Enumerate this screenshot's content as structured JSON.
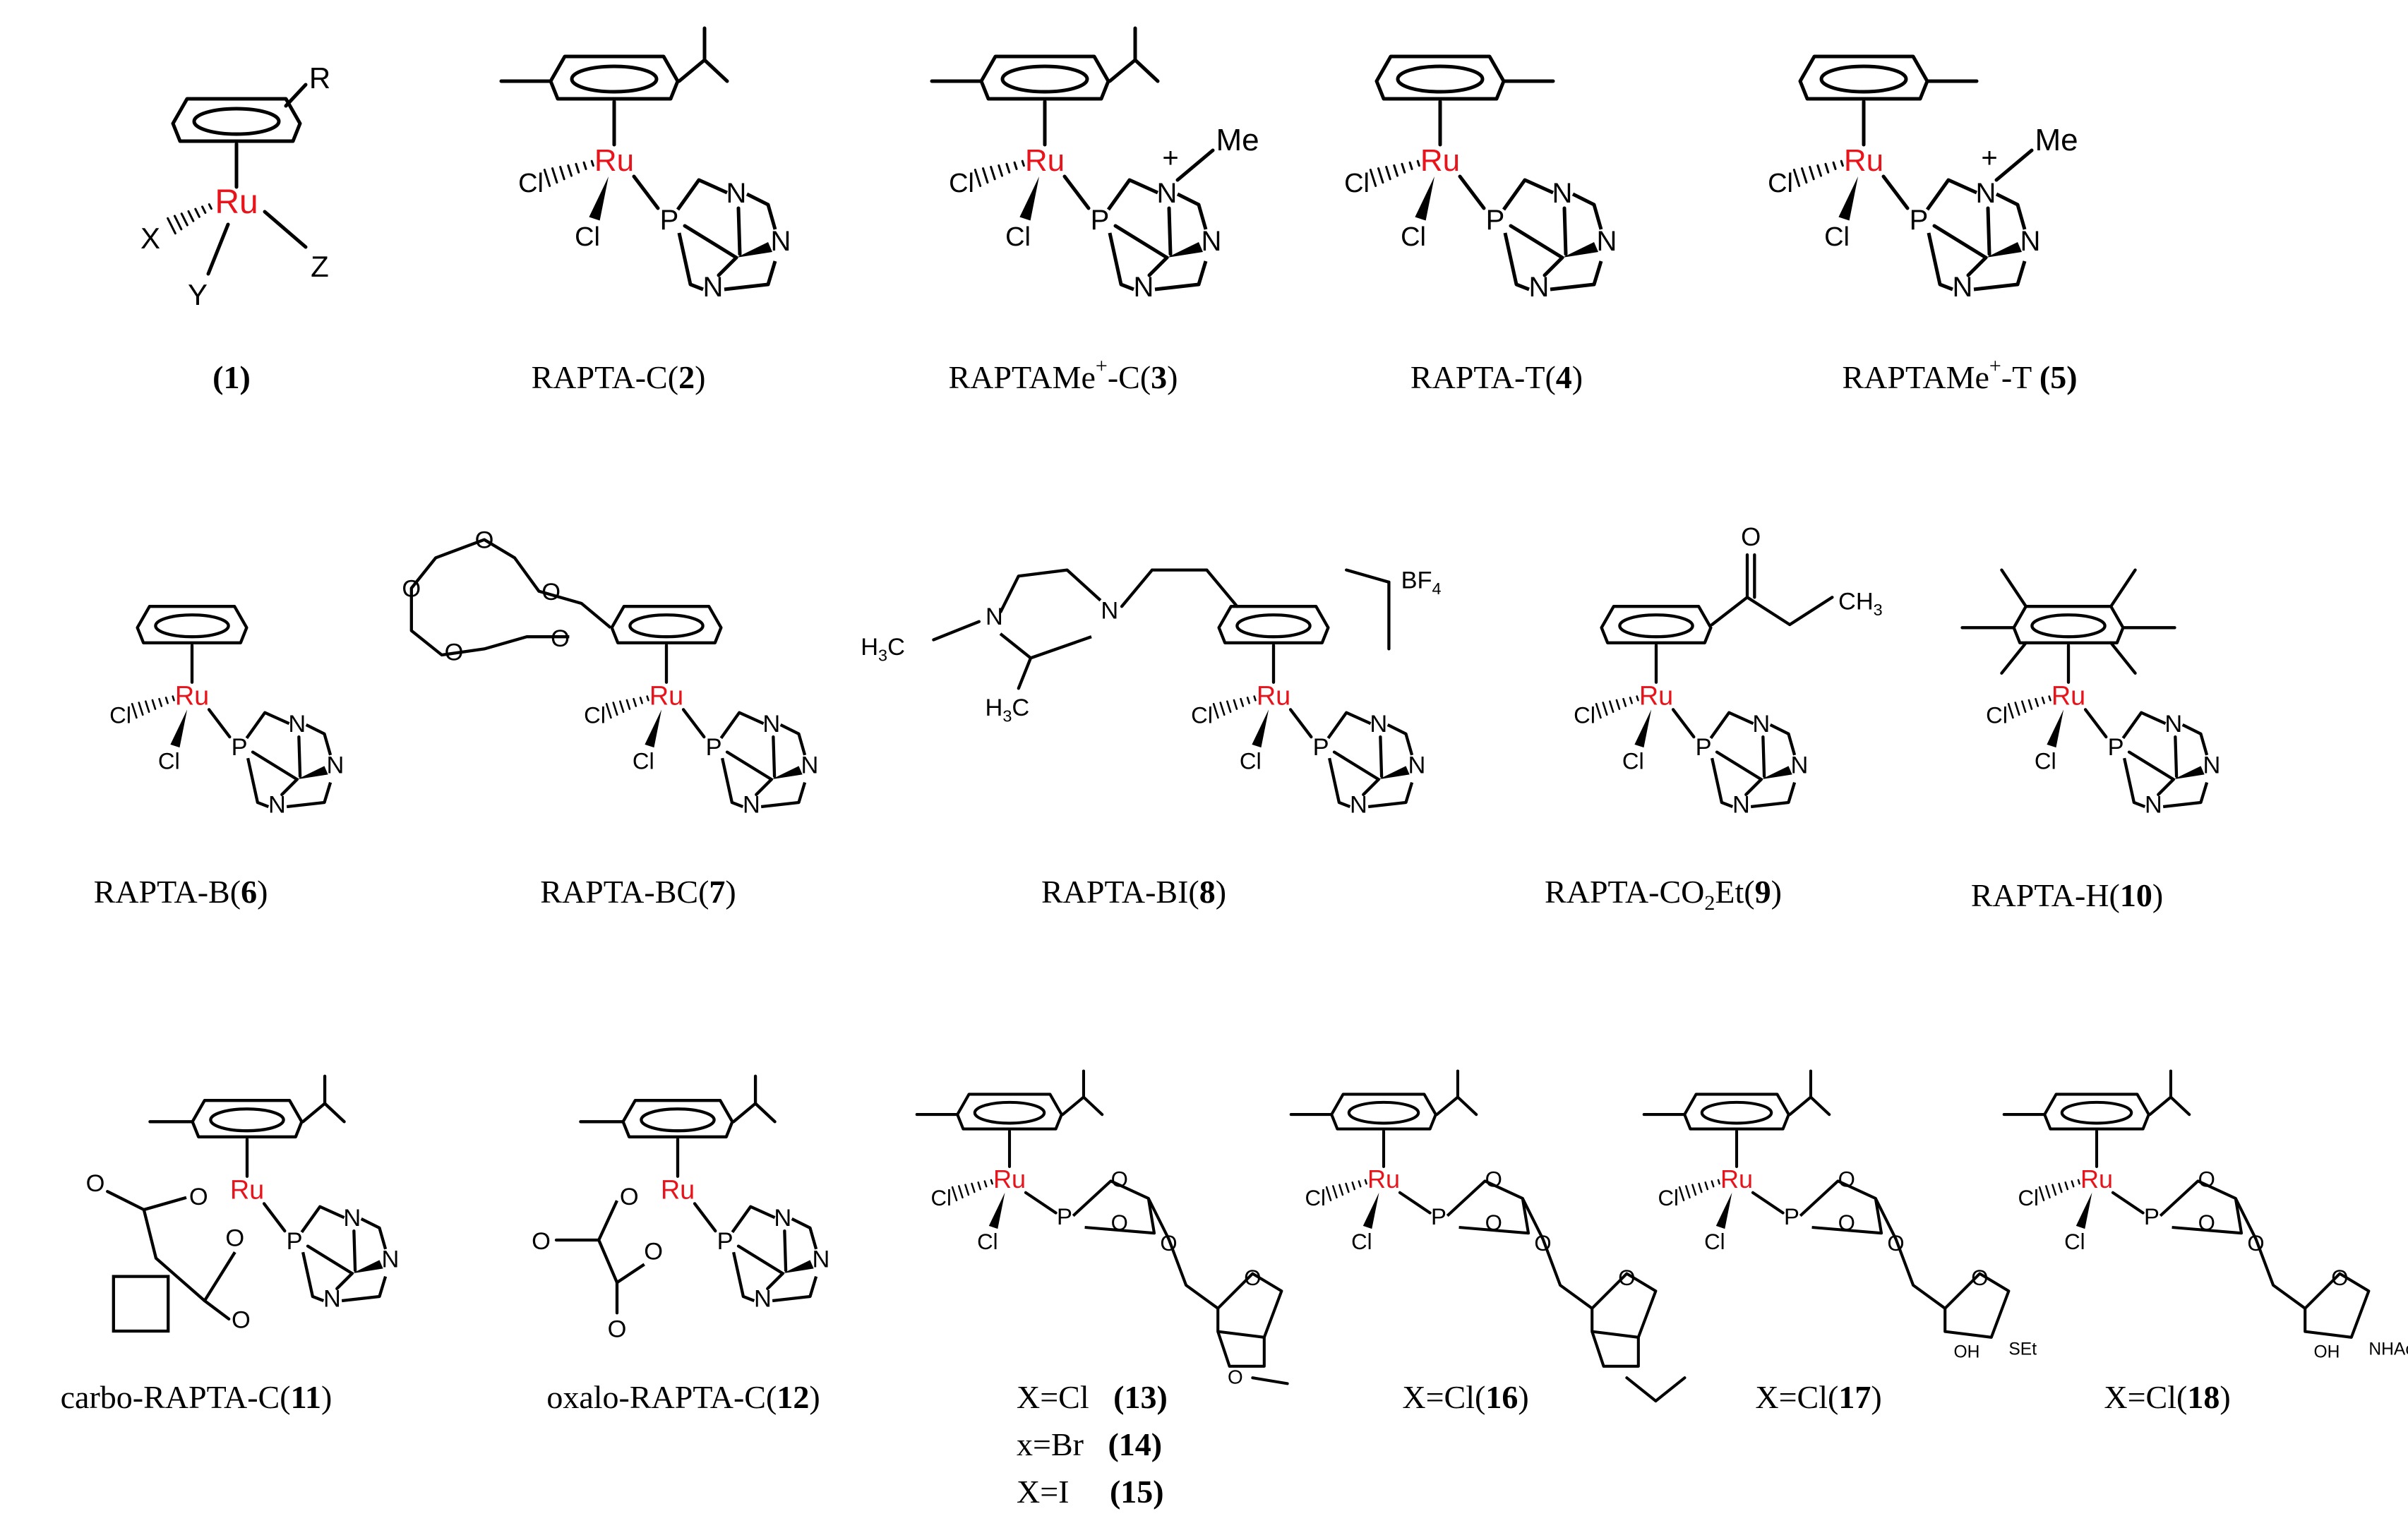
{
  "complexes": [
    {
      "id": "c1",
      "name": "",
      "number": "(1)",
      "variant": "general"
    },
    {
      "id": "c2",
      "name": "RAPTA-C",
      "number": "2",
      "variant": "cymene"
    },
    {
      "id": "c3",
      "name_pre": "RAPTAMe",
      "name_sup": "+",
      "name_post": "-C",
      "number": "3",
      "variant": "cymene-me"
    },
    {
      "id": "c4",
      "name": "RAPTA-T",
      "number": "4",
      "variant": "toluene"
    },
    {
      "id": "c5",
      "name_pre": "RAPTAMe",
      "name_sup": "+",
      "name_post": "-T ",
      "number": "(5)",
      "variant": "toluene-me"
    },
    {
      "id": "c6",
      "name": "RAPTA-B",
      "number": "6",
      "variant": "benzene"
    },
    {
      "id": "c7",
      "name": "RAPTA-BC",
      "number": "7",
      "variant": "benzo-crown"
    },
    {
      "id": "c8",
      "name": "RAPTA-BI",
      "number": "8",
      "variant": "imidazolium"
    },
    {
      "id": "c9",
      "name_pre": "RAPTA-CO",
      "name_sub": "2",
      "name_post": "Et",
      "number": "9",
      "variant": "ketone"
    },
    {
      "id": "c10",
      "name": "RAPTA-H",
      "number": "10",
      "variant": "hexamethyl"
    },
    {
      "id": "c11",
      "name": "carbo-RAPTA-C",
      "number": "11",
      "variant": "carbo"
    },
    {
      "id": "c12",
      "name": "oxalo-RAPTA-C",
      "number": "12",
      "variant": "oxalo"
    },
    {
      "id": "c13",
      "lines": [
        {
          "label": "X=Cl  ",
          "number": "(13)"
        },
        {
          "label": "x=Br  ",
          "number": "(14)"
        },
        {
          "label": "X=I    ",
          "number": "(15)"
        }
      ],
      "variant": "sugar-acetonide"
    },
    {
      "id": "c16",
      "name": "X=Cl",
      "number": "16",
      "variant": "sugar-pentylidene"
    },
    {
      "id": "c17",
      "name": "X=Cl",
      "number": "17",
      "variant": "sugar-set"
    },
    {
      "id": "c18",
      "name": "X=Cl",
      "number": "18",
      "variant": "sugar-nhac"
    }
  ],
  "atom_labels": {
    "metal": "Ru",
    "chloride": "Cl",
    "phosphorus": "P",
    "nitrogen": "N",
    "oxygen": "O",
    "methyl": "Me",
    "plus": "+",
    "r_group": "R",
    "x_ligand": "X",
    "y_ligand": "Y",
    "z_ligand": "Z",
    "tetrafluoroborate": "BF",
    "bf_sub": "4",
    "methyl_group_pre": "H",
    "methyl_group_sub": "3",
    "methyl_group_post": "C",
    "ch3_pre": "CH",
    "ch3_sub": "3",
    "ethylthio": "SEt",
    "hydroxyl": "OH",
    "acetamido": "NHAc"
  },
  "colors": {
    "metal": "#e8141b",
    "bond": "#000000",
    "text": "#000000"
  }
}
